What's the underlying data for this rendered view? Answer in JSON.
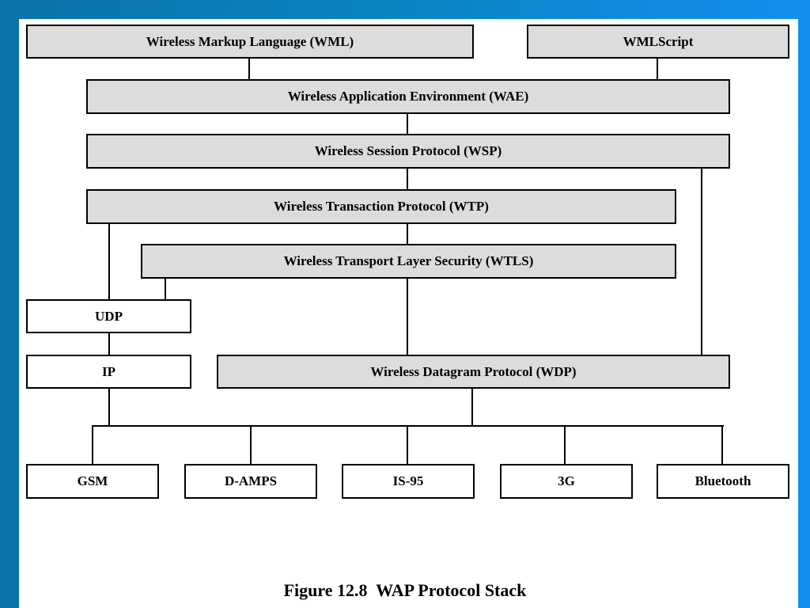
{
  "diagram": {
    "boxes": {
      "wml": "Wireless Markup Language (WML)",
      "wmlscript": "WMLScript",
      "wae": "Wireless Application Environment (WAE)",
      "wsp": "Wireless Session Protocol (WSP)",
      "wtp": "Wireless Transaction Protocol (WTP)",
      "wtls": "Wireless Transport Layer Security (WTLS)",
      "udp": "UDP",
      "ip": "IP",
      "wdp": "Wireless Datagram Protocol (WDP)",
      "gsm": "GSM",
      "damps": "D-AMPS",
      "is95": "IS-95",
      "threeg": "3G",
      "bluetooth": "Bluetooth"
    },
    "caption": "Figure 12.8  WAP Protocol Stack",
    "colors": {
      "upper_box_fill": "#dcdcdc",
      "lower_box_fill": "#ffffff",
      "stroke": "#000000",
      "background": "#0b84c4"
    }
  }
}
